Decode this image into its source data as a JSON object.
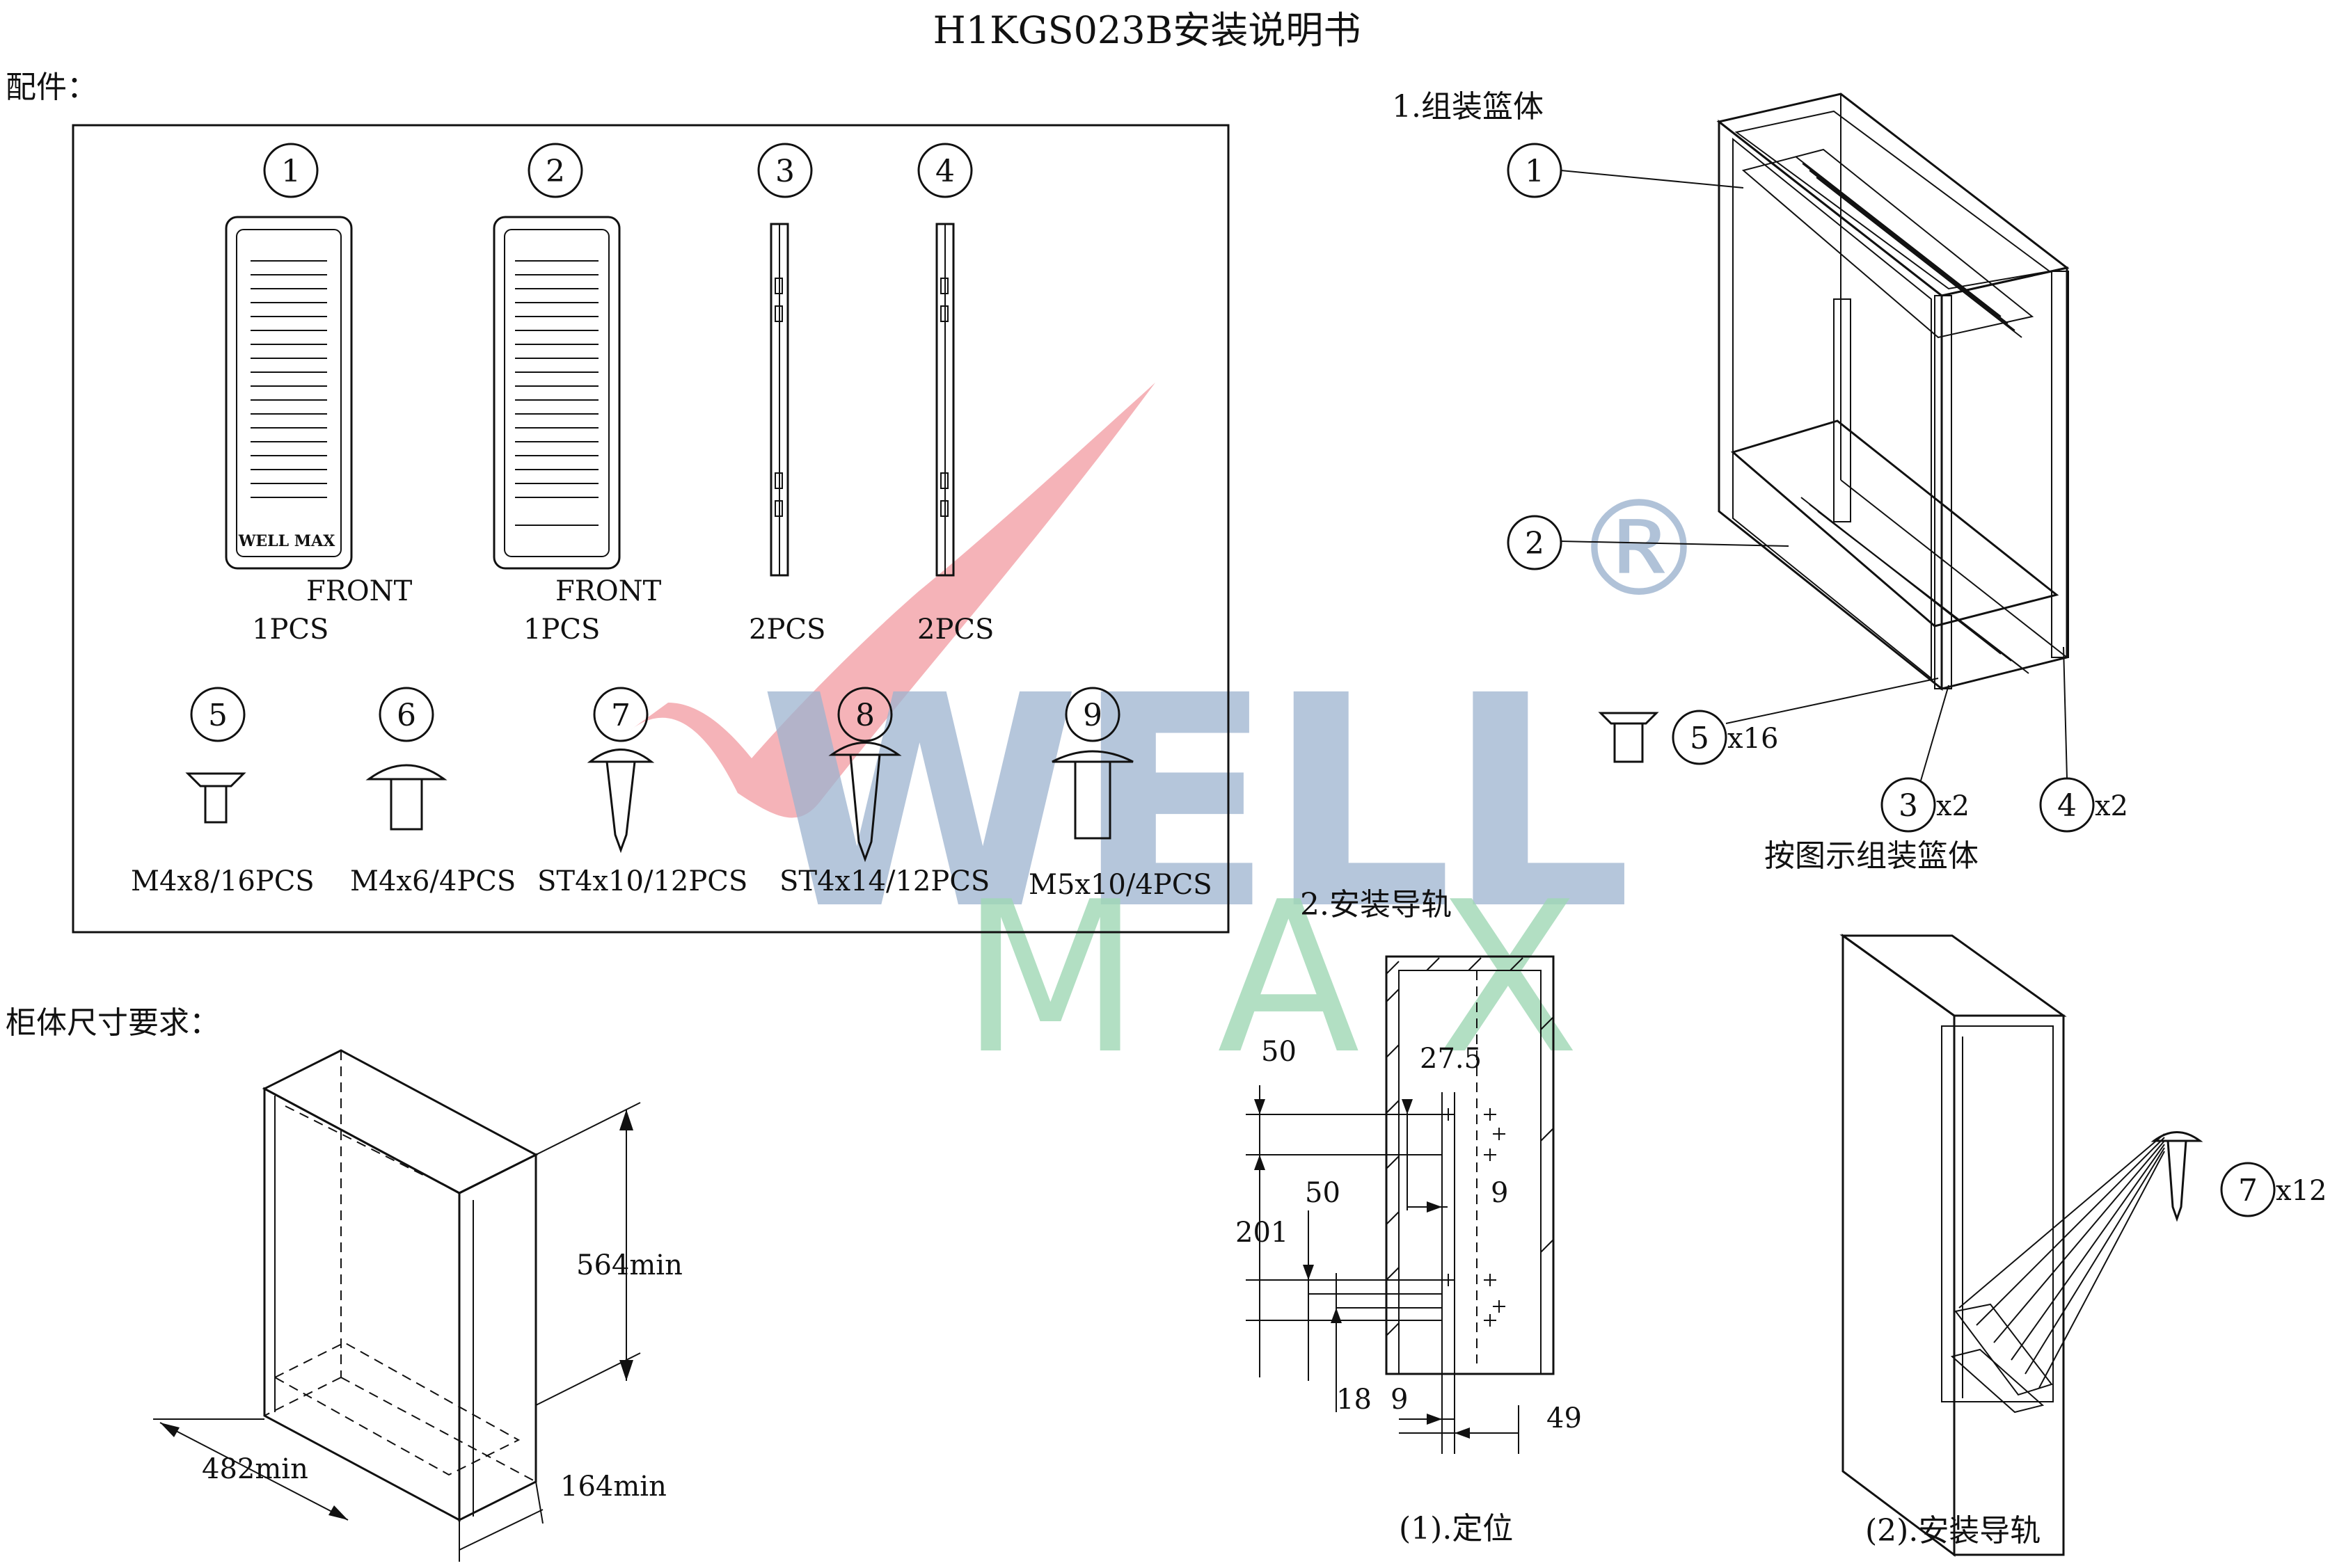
{
  "title": "H1KGS023B安装说明书",
  "accessories": {
    "heading": "配件：",
    "items": [
      {
        "num": "1",
        "label": "FRONT",
        "qty": "1PCS",
        "logo": "WELL MAX"
      },
      {
        "num": "2",
        "label": "FRONT",
        "qty": "1PCS"
      },
      {
        "num": "3",
        "qty": "2PCS"
      },
      {
        "num": "4",
        "qty": "2PCS"
      }
    ],
    "screws": [
      {
        "num": "5",
        "spec": "M4x8/16PCS"
      },
      {
        "num": "6",
        "spec": "M4x6/4PCS"
      },
      {
        "num": "7",
        "spec": "ST4x10/12PCS"
      },
      {
        "num": "8",
        "spec": "ST4x14/12PCS"
      },
      {
        "num": "9",
        "spec": "M5x10/4PCS"
      }
    ]
  },
  "cabinet": {
    "heading": "柜体尺寸要求：",
    "dims": {
      "height": "564min",
      "width": "482min",
      "depth": "164min"
    }
  },
  "step1": {
    "heading": "1.组装篮体",
    "callouts": [
      {
        "num": "1"
      },
      {
        "num": "2"
      },
      {
        "num": "5",
        "qty": "x16"
      },
      {
        "num": "3",
        "qty": "x2"
      },
      {
        "num": "4",
        "qty": "x2"
      }
    ],
    "caption": "按图示组装篮体"
  },
  "step2": {
    "heading": "2.安装导轨",
    "dims": [
      "50",
      "27.5",
      "9",
      "201",
      "50",
      "18",
      "9",
      "49"
    ],
    "sub1": "(1).定位",
    "sub2": "(2).安装导轨",
    "screw": {
      "num": "7",
      "qty": "x12"
    }
  },
  "watermark": {
    "line1": "WELL",
    "line2": "MAX",
    "mark": "®"
  },
  "colors": {
    "watermark_red": "#f19aa0",
    "watermark_blue": "#9db3cf",
    "watermark_green": "#9fd8b5",
    "line": "#111111"
  }
}
